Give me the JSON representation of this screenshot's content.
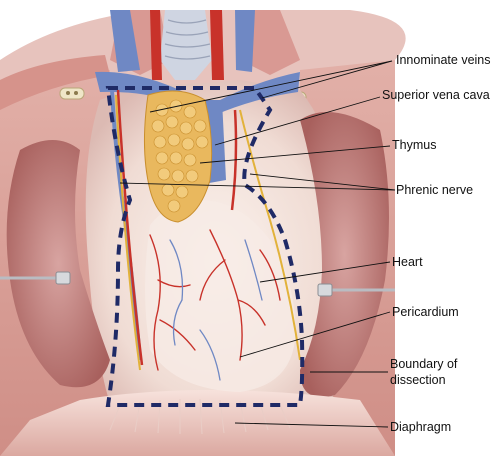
{
  "labels": {
    "innominate_veins": "Innominate veins",
    "superior_vena_cava": "Superior vena cava",
    "thymus": "Thymus",
    "phrenic_nerve": "Phrenic nerve",
    "heart": "Heart",
    "pericardium": "Pericardium",
    "boundary_line1": "Boundary of",
    "boundary_line2": "dissection",
    "diaphragm": "Diaphragm"
  },
  "colors": {
    "vein": "#6f88c4",
    "artery": "#c8322a",
    "nerve": "#e2b23a",
    "thymus": "#e9b85e",
    "pericardium": "#f3e6df",
    "lung": "#c98a86",
    "muscle": "#d9a09a",
    "dissection_boundary": "#1f2a66"
  }
}
